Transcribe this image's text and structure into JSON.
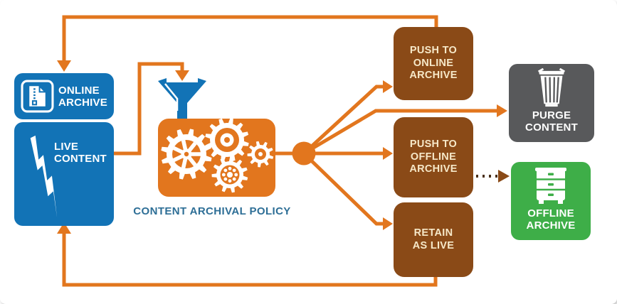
{
  "title": "Content archival policy flow diagram",
  "colors": {
    "bg": "#FFFFFF",
    "orange": "#E2761E",
    "blue": "#1273B6",
    "brown": "#8A4A17",
    "gray": "#58595B",
    "green": "#3EAE48",
    "cream": "#F6E8C8",
    "policy_label": "#2D6E96",
    "dot": "#4A3019"
  },
  "nodes": {
    "online_archive": {
      "label": "ONLINE\nARCHIVE",
      "icon": "zip-file-icon"
    },
    "live_content": {
      "label": "LIVE\nCONTENT",
      "icon": "lightning-bolt-icon"
    },
    "policy": {
      "label": "CONTENT ARCHIVAL POLICY",
      "icons": [
        "funnel-icon",
        "gears-icon"
      ]
    },
    "push_online": {
      "label": "PUSH TO\nONLINE\nARCHIVE"
    },
    "push_offline": {
      "label": "PUSH TO\nOFFLINE\nARCHIVE"
    },
    "retain_live": {
      "label": "RETAIN\nAS LIVE"
    },
    "purge": {
      "label": "PURGE\nCONTENT",
      "icon": "trash-can-icon"
    },
    "offline_archive": {
      "label": "OFFLINE\nARCHIVE",
      "icon": "filing-cabinet-icon"
    }
  },
  "edges": [
    {
      "from": "live_content",
      "to": "policy",
      "style": "solid"
    },
    {
      "from": "policy",
      "to": "push_online",
      "style": "solid"
    },
    {
      "from": "policy",
      "to": "purge",
      "style": "solid"
    },
    {
      "from": "policy",
      "to": "push_offline",
      "style": "solid"
    },
    {
      "from": "policy",
      "to": "retain_live",
      "style": "solid"
    },
    {
      "from": "push_online",
      "to": "online_archive",
      "style": "solid-feedback-top"
    },
    {
      "from": "retain_live",
      "to": "live_content",
      "style": "solid-feedback-bottom"
    },
    {
      "from": "push_offline",
      "to": "offline_archive",
      "style": "dotted"
    }
  ]
}
